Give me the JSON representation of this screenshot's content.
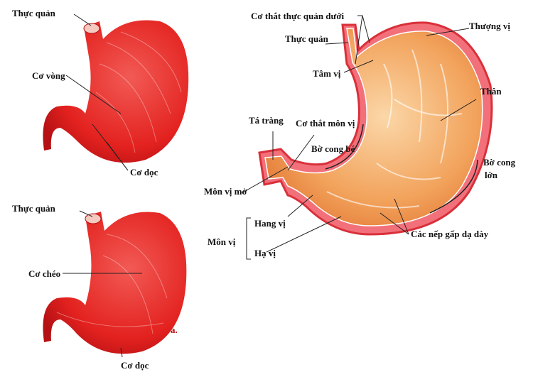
{
  "colors": {
    "muscle": "#e8262a",
    "muscle_dark": "#b81418",
    "mucosa": "#f4b070",
    "mucosa_edge": "#d9402a",
    "text": "#111111"
  },
  "left_top": {
    "esophagus": "Thực quản",
    "circular": "Cơ vòng",
    "longitudinal": "Cơ dọc"
  },
  "left_bottom": {
    "esophagus": "Thực quản",
    "oblique": "Cơ chéo",
    "longitudinal": "Cơ dọc",
    "mark": "a."
  },
  "right": {
    "lower_sphincter": "Cơ thắt thực quản dưới",
    "esophagus": "Thực quản",
    "cardia": "Tâm vị",
    "fundus": "Thượng vị",
    "body": "Thân",
    "duodenum": "Tá tràng",
    "pyloric_sphincter": "Cơ thắt môn vị",
    "lesser_curvature": "Bờ cong bé",
    "greater_curvature_1": "Bờ cong",
    "greater_curvature_2": "lớn",
    "pylorus_open": "Môn vị mở",
    "antrum": "Hang vị",
    "pylorus": "Môn vị",
    "lower": "Hạ vị",
    "rugae": "Các nếp gấp dạ dày"
  }
}
